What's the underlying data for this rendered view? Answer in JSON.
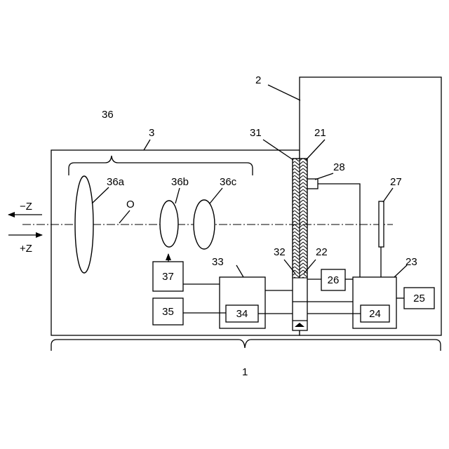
{
  "labels": {
    "ref_1": "1",
    "ref_2": "2",
    "ref_3": "3",
    "ref_21": "21",
    "ref_22": "22",
    "ref_23": "23",
    "ref_24": "24",
    "ref_25": "25",
    "ref_26": "26",
    "ref_27": "27",
    "ref_28": "28",
    "ref_31": "31",
    "ref_32": "32",
    "ref_33": "33",
    "ref_34": "34",
    "ref_35": "35",
    "ref_36": "36",
    "ref_36a": "36a",
    "ref_36b": "36b",
    "ref_36c": "36c",
    "ref_37": "37",
    "axis_o": "O",
    "minus_z": "−Z",
    "plus_z": "+Z"
  }
}
